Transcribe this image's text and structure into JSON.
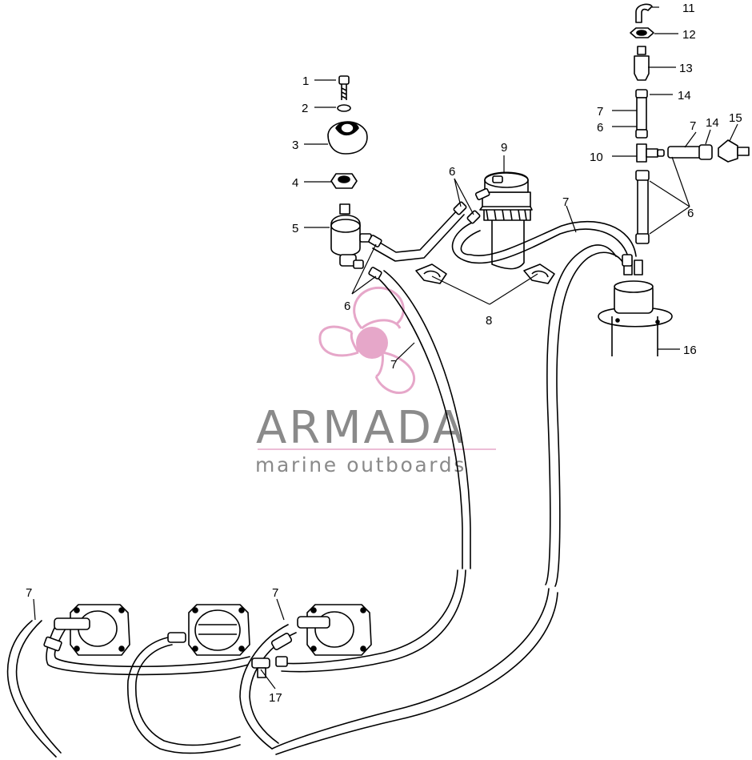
{
  "watermark": {
    "brand": "ARMADA",
    "tagline": "marine outboards",
    "logo_icon": "propeller-logo-icon",
    "logo_color": "#e6a7c9",
    "text_color": "#8a8a8a"
  },
  "callouts": {
    "c1": "1",
    "c2": "2",
    "c3": "3",
    "c4": "4",
    "c5": "5",
    "c6": "6",
    "c7": "7",
    "c8": "8",
    "c9": "9",
    "c10": "10",
    "c11": "11",
    "c12": "12",
    "c13": "13",
    "c14": "14",
    "c15": "15",
    "c16": "16",
    "c17": "17"
  }
}
